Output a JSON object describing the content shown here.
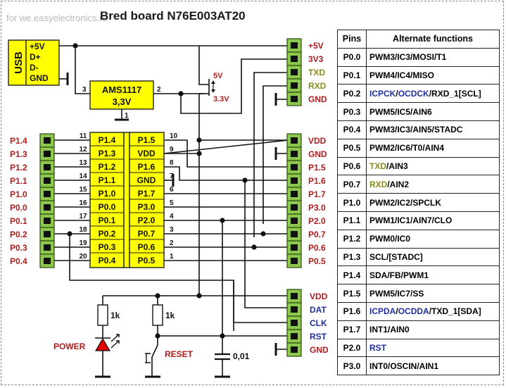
{
  "watermark": "for we.easyelectronics.ru",
  "title": "Bred board N76E003AT20",
  "colors": {
    "chip_fill": "#ffff00",
    "header_fill": "#8cc84b",
    "label_red": "#b01c1c",
    "label_olive": "#8a8a1a",
    "label_blue": "#1e2fa0",
    "led_red": "#e00000"
  },
  "usb": {
    "label": "USB",
    "pins": [
      "+5V",
      "D+",
      "D-",
      "GND"
    ]
  },
  "regulator": {
    "name": "AMS1117",
    "voltage": "3,3V",
    "pin_in": "3",
    "pin_out": "2",
    "pin_gnd": "1"
  },
  "jumper": {
    "label_top": "5V",
    "label_bottom": "3.3V"
  },
  "power_header": {
    "pins": [
      {
        "label": "+5V",
        "color": "red"
      },
      {
        "label": "3V3",
        "color": "red"
      },
      {
        "label": "TXD",
        "color": "olive"
      },
      {
        "label": "RXD",
        "color": "olive"
      },
      {
        "label": "GND",
        "color": "red"
      }
    ]
  },
  "left_header": {
    "labels": [
      "P1.4",
      "P1.3",
      "P1.2",
      "P1.1",
      "P1.0",
      "P0.0",
      "P0.1",
      "P0.2",
      "P0.3",
      "P0.4"
    ]
  },
  "chip": {
    "left_pins": [
      {
        "num": "11",
        "name": "P1.4"
      },
      {
        "num": "12",
        "name": "P1.3"
      },
      {
        "num": "13",
        "name": "P1.2"
      },
      {
        "num": "14",
        "name": "P1.1"
      },
      {
        "num": "15",
        "name": "P1.0"
      },
      {
        "num": "16",
        "name": "P0.0"
      },
      {
        "num": "17",
        "name": "P0.1"
      },
      {
        "num": "18",
        "name": "P0.2"
      },
      {
        "num": "19",
        "name": "P0.3"
      },
      {
        "num": "20",
        "name": "P0.4"
      }
    ],
    "right_pins": [
      {
        "num": "10",
        "name": "P1.5"
      },
      {
        "num": "9",
        "name": "VDD"
      },
      {
        "num": "8",
        "name": "P1.6"
      },
      {
        "num": "7",
        "name": "GND"
      },
      {
        "num": "6",
        "name": "P1.7"
      },
      {
        "num": "5",
        "name": "P3.0"
      },
      {
        "num": "4",
        "name": "P2.0"
      },
      {
        "num": "3",
        "name": "P0.7"
      },
      {
        "num": "2",
        "name": "P0.6"
      },
      {
        "num": "1",
        "name": "P0.5"
      }
    ]
  },
  "right_header": {
    "labels": [
      "VDD",
      "GND",
      "P1.5",
      "P1.6",
      "P1.7",
      "P3.0",
      "P2.0",
      "P0.7",
      "P0.6",
      "P0.5"
    ]
  },
  "prog_header": {
    "pins": [
      {
        "label": "VDD",
        "color": "red"
      },
      {
        "label": "DAT",
        "color": "blue"
      },
      {
        "label": "CLK",
        "color": "blue"
      },
      {
        "label": "RST",
        "color": "blue"
      },
      {
        "label": "GND",
        "color": "red"
      }
    ]
  },
  "components": {
    "r1_value": "1k",
    "r2_value": "1k",
    "led_label": "POWER",
    "button_label": "RESET",
    "cap_value": "0,01"
  },
  "alt_table": {
    "headers": [
      "Pins",
      "Alternate functions"
    ],
    "rows": [
      {
        "pin": "P0.0",
        "parts": [
          {
            "t": "PWM3/IC3/MOSI/T1",
            "c": ""
          }
        ]
      },
      {
        "pin": "P0.1",
        "parts": [
          {
            "t": "PWM4/IC4/MISO",
            "c": ""
          }
        ]
      },
      {
        "pin": "P0.2",
        "parts": [
          {
            "t": "ICPCK",
            "c": "blue"
          },
          {
            "t": "/",
            "c": ""
          },
          {
            "t": "OCDCK",
            "c": "blue"
          },
          {
            "t": "/RXD_1[SCL]",
            "c": ""
          }
        ]
      },
      {
        "pin": "P0.3",
        "parts": [
          {
            "t": "PWM5/IC5/AIN6",
            "c": ""
          }
        ]
      },
      {
        "pin": "P0.4",
        "parts": [
          {
            "t": "PWM3/IC3/AIN5/STADC",
            "c": ""
          }
        ]
      },
      {
        "pin": "P0.5",
        "parts": [
          {
            "t": "PWM2/IC6/T0/AIN4",
            "c": ""
          }
        ]
      },
      {
        "pin": "P0.6",
        "parts": [
          {
            "t": "TXD",
            "c": "olive"
          },
          {
            "t": "/AIN3",
            "c": ""
          }
        ]
      },
      {
        "pin": "P0.7",
        "parts": [
          {
            "t": "RXD",
            "c": "olive"
          },
          {
            "t": "/AIN2",
            "c": ""
          }
        ]
      },
      {
        "pin": "P1.0",
        "parts": [
          {
            "t": "PWM2/IC2/SPCLK",
            "c": ""
          }
        ]
      },
      {
        "pin": "P1.1",
        "parts": [
          {
            "t": "PWM1/IC1/AIN7/CLO",
            "c": ""
          }
        ]
      },
      {
        "pin": "P1.2",
        "parts": [
          {
            "t": "PWM0/IC0",
            "c": ""
          }
        ]
      },
      {
        "pin": "P1.3",
        "parts": [
          {
            "t": "SCL/[STADC]",
            "c": ""
          }
        ]
      },
      {
        "pin": "P1.4",
        "parts": [
          {
            "t": "SDA/FB/PWM1",
            "c": ""
          }
        ]
      },
      {
        "pin": "P1.5",
        "parts": [
          {
            "t": "PWM5/IC7/SS",
            "c": ""
          }
        ]
      },
      {
        "pin": "P1.6",
        "parts": [
          {
            "t": "ICPDA",
            "c": "blue"
          },
          {
            "t": "/",
            "c": ""
          },
          {
            "t": "OCDDA",
            "c": "blue"
          },
          {
            "t": "/TXD_1[SDA]",
            "c": ""
          }
        ]
      },
      {
        "pin": "P1.7",
        "parts": [
          {
            "t": "INT1/AIN0",
            "c": ""
          }
        ]
      },
      {
        "pin": "P2.0",
        "parts": [
          {
            "t": "RST",
            "c": "blue"
          }
        ]
      },
      {
        "pin": "P3.0",
        "parts": [
          {
            "t": "INT0/OSCIN/AIN1",
            "c": ""
          }
        ]
      }
    ]
  }
}
